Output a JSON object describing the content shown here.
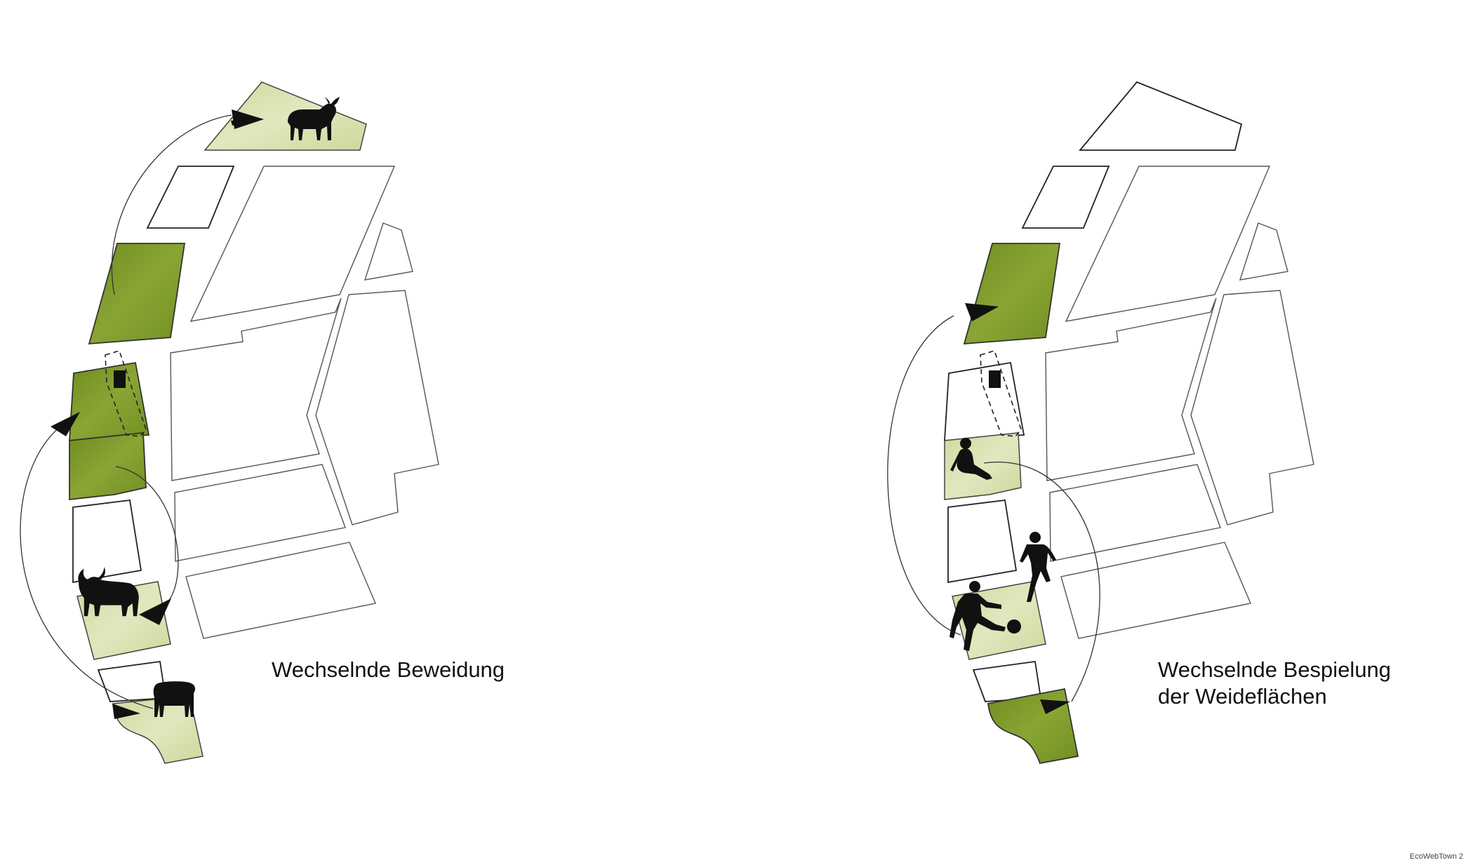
{
  "captions": {
    "left": "Wechselnde Beweidung",
    "right_line1": "Wechselnde Bespielung",
    "right_line2": "der Weideflächen"
  },
  "credit": "EcoWebTown 2",
  "colors": {
    "grass_dark": "#7f9a2a",
    "grass_light": "#d8dfae",
    "outline": "#555555",
    "ink": "#111111"
  },
  "icons": [
    "bull-icon",
    "bull-icon",
    "cow-icon",
    "sitting-person-icon",
    "football-player-icon",
    "football-player-icon",
    "ball-icon"
  ]
}
